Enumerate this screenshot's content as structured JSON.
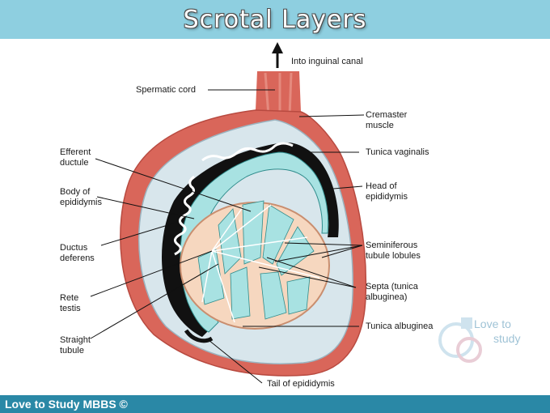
{
  "title": "Scrotal Layers",
  "footer": "Love to Study MBBS ©",
  "watermark": {
    "line1": "Love to",
    "line2": "study"
  },
  "labels": {
    "into_inguinal_canal": "Into inguinal canal",
    "spermatic_cord": "Spermatic cord",
    "cremaster_muscle": [
      "Cremaster",
      "muscle"
    ],
    "tunica_vaginalis": "Tunica vaginalis",
    "head_of_epididymis": [
      "Head of",
      "epididymis"
    ],
    "seminiferous_tubule_lobules": [
      "Seminiferous",
      "tubule lobules"
    ],
    "septa": [
      "Septa (tunica",
      "albuginea)"
    ],
    "tunica_albuginea": "Tunica albuginea",
    "tail_of_epididymis": "Tail of epididymis",
    "efferent_ductule": [
      "Efferent",
      "ductule"
    ],
    "body_of_epididymis": [
      "Body of",
      "epididymis"
    ],
    "ductus_deferens": [
      "Ductus",
      "deferens"
    ],
    "rete_testis": [
      "Rete",
      "testis"
    ],
    "straight_tubule": [
      "Straight",
      "tubule"
    ]
  },
  "colors": {
    "title_bar": "#8ecfe0",
    "footer_bar": "#2a88a6",
    "muscle": "#d9665a",
    "tunica_vaginalis": "#d8e6ec",
    "testis": "#f6d7bf",
    "tubules": "#a8e2e2"
  }
}
